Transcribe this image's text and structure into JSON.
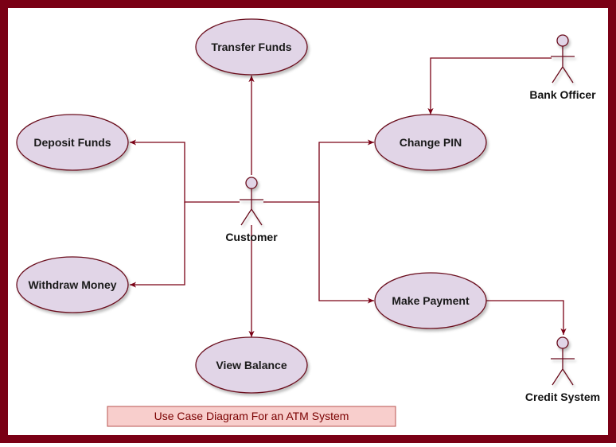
{
  "colors": {
    "frame": "#7a0015",
    "ellipse_fill": "#e1d5e7",
    "ellipse_stroke": "#6a0e1e",
    "connector": "#7a0015",
    "caption_fill": "#f8cecc",
    "caption_stroke": "#b85450",
    "caption_text": "#7a0000"
  },
  "use_cases": {
    "transfer_funds": "Transfer Funds",
    "deposit_funds": "Deposit Funds",
    "withdraw_money": "Withdraw Money",
    "view_balance": "View Balance",
    "change_pin": "Change PIN",
    "make_payment": "Make Payment"
  },
  "actors": {
    "customer": "Customer",
    "bank_officer": "Bank Officer",
    "credit_system": "Credit System"
  },
  "caption": "Use Case Diagram For an ATM System"
}
